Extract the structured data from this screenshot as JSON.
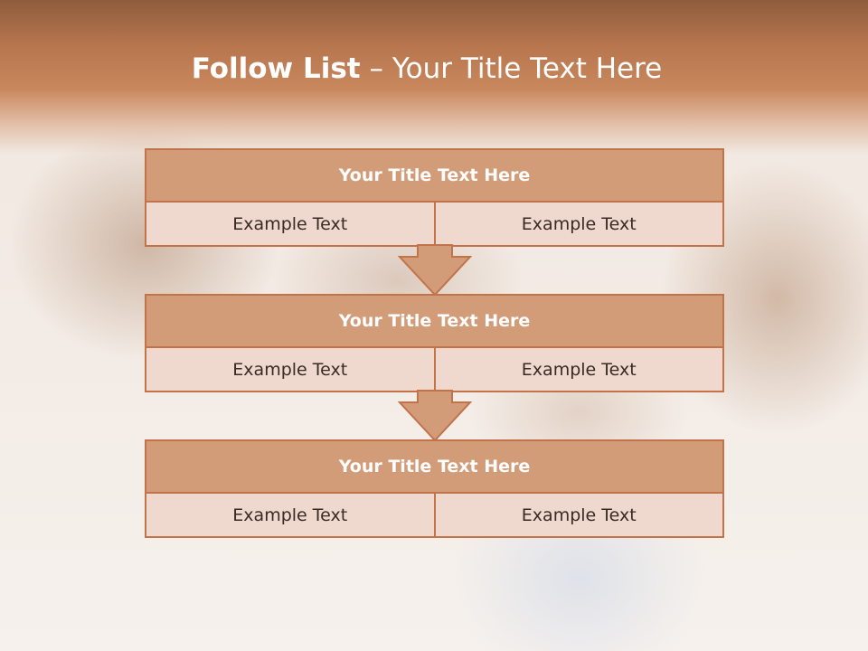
{
  "slide": {
    "title_bold": "Follow List",
    "title_rest": " – Your Title Text Here"
  },
  "steps": [
    {
      "title": "Your Title Text Here",
      "left": "Example Text",
      "right": "Example Text"
    },
    {
      "title": "Your Title Text Here",
      "left": "Example Text",
      "right": "Example Text"
    },
    {
      "title": "Your Title Text Here",
      "left": "Example Text",
      "right": "Example Text"
    }
  ],
  "colors": {
    "accent": "#c2734a",
    "header_fill": "#d39c79",
    "cell_fill": "#efd9cf",
    "band_top": "#8e5c3d"
  },
  "icons": {
    "connector": "down-arrow-icon",
    "background": "family-photo-background"
  }
}
